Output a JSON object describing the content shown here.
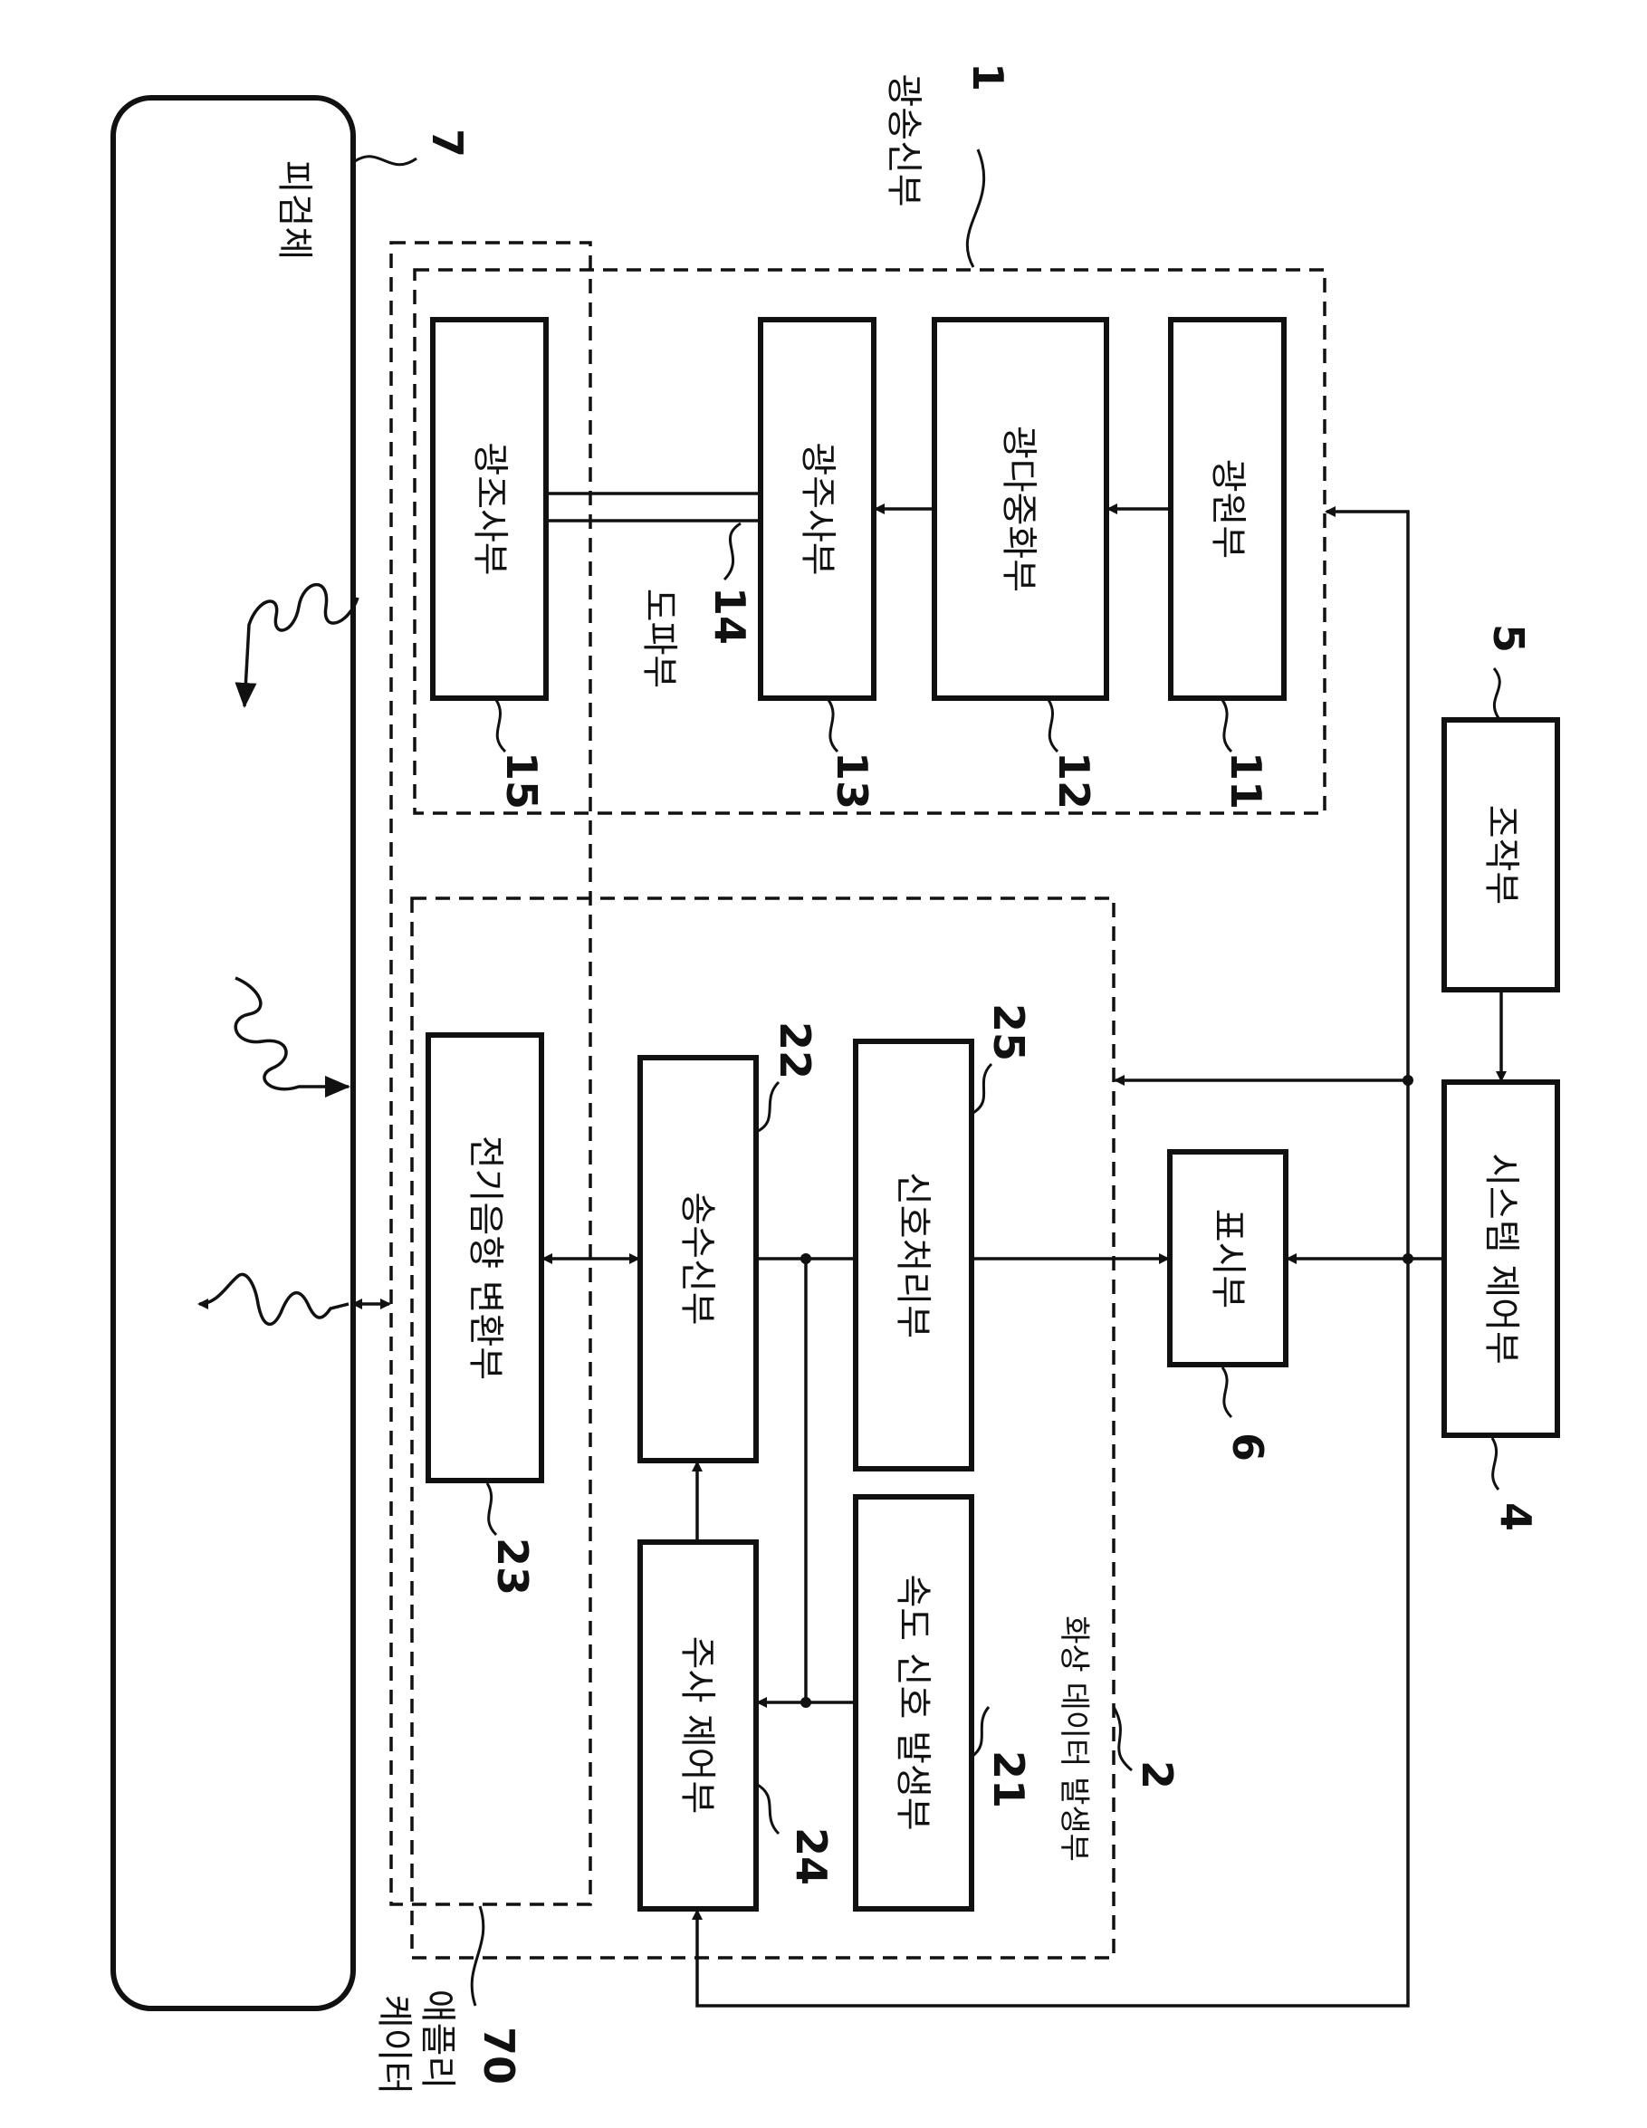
{
  "labels": {
    "optical_transmitter": "광송신부",
    "light_source": "광원부",
    "optical_multiplexer": "광다중화부",
    "optical_scanner": "광주사부",
    "waveguide": "도파부",
    "light_irradiation": "광조사부",
    "subject": "피검체",
    "operation_unit": "조작부",
    "system_control": "시스템 제어부",
    "display": "표시부",
    "signal_processing": "신호처리부",
    "transceiver": "송수신부",
    "electroacoustic": "전기음향 변환부",
    "speed_signal": "속도 신호 발생부",
    "scan_control": "주사 제어부",
    "image_data_generator": "화상 데이터 발생부",
    "applicator_line1": "애플리",
    "applicator_line2": "케이터"
  },
  "numbers": {
    "n1": "1",
    "n2": "2",
    "n4": "4",
    "n5": "5",
    "n6": "6",
    "n7": "7",
    "n11": "11",
    "n12": "12",
    "n13": "13",
    "n14": "14",
    "n15": "15",
    "n21": "21",
    "n22": "22",
    "n23": "23",
    "n24": "24",
    "n25": "25",
    "n70": "70"
  }
}
